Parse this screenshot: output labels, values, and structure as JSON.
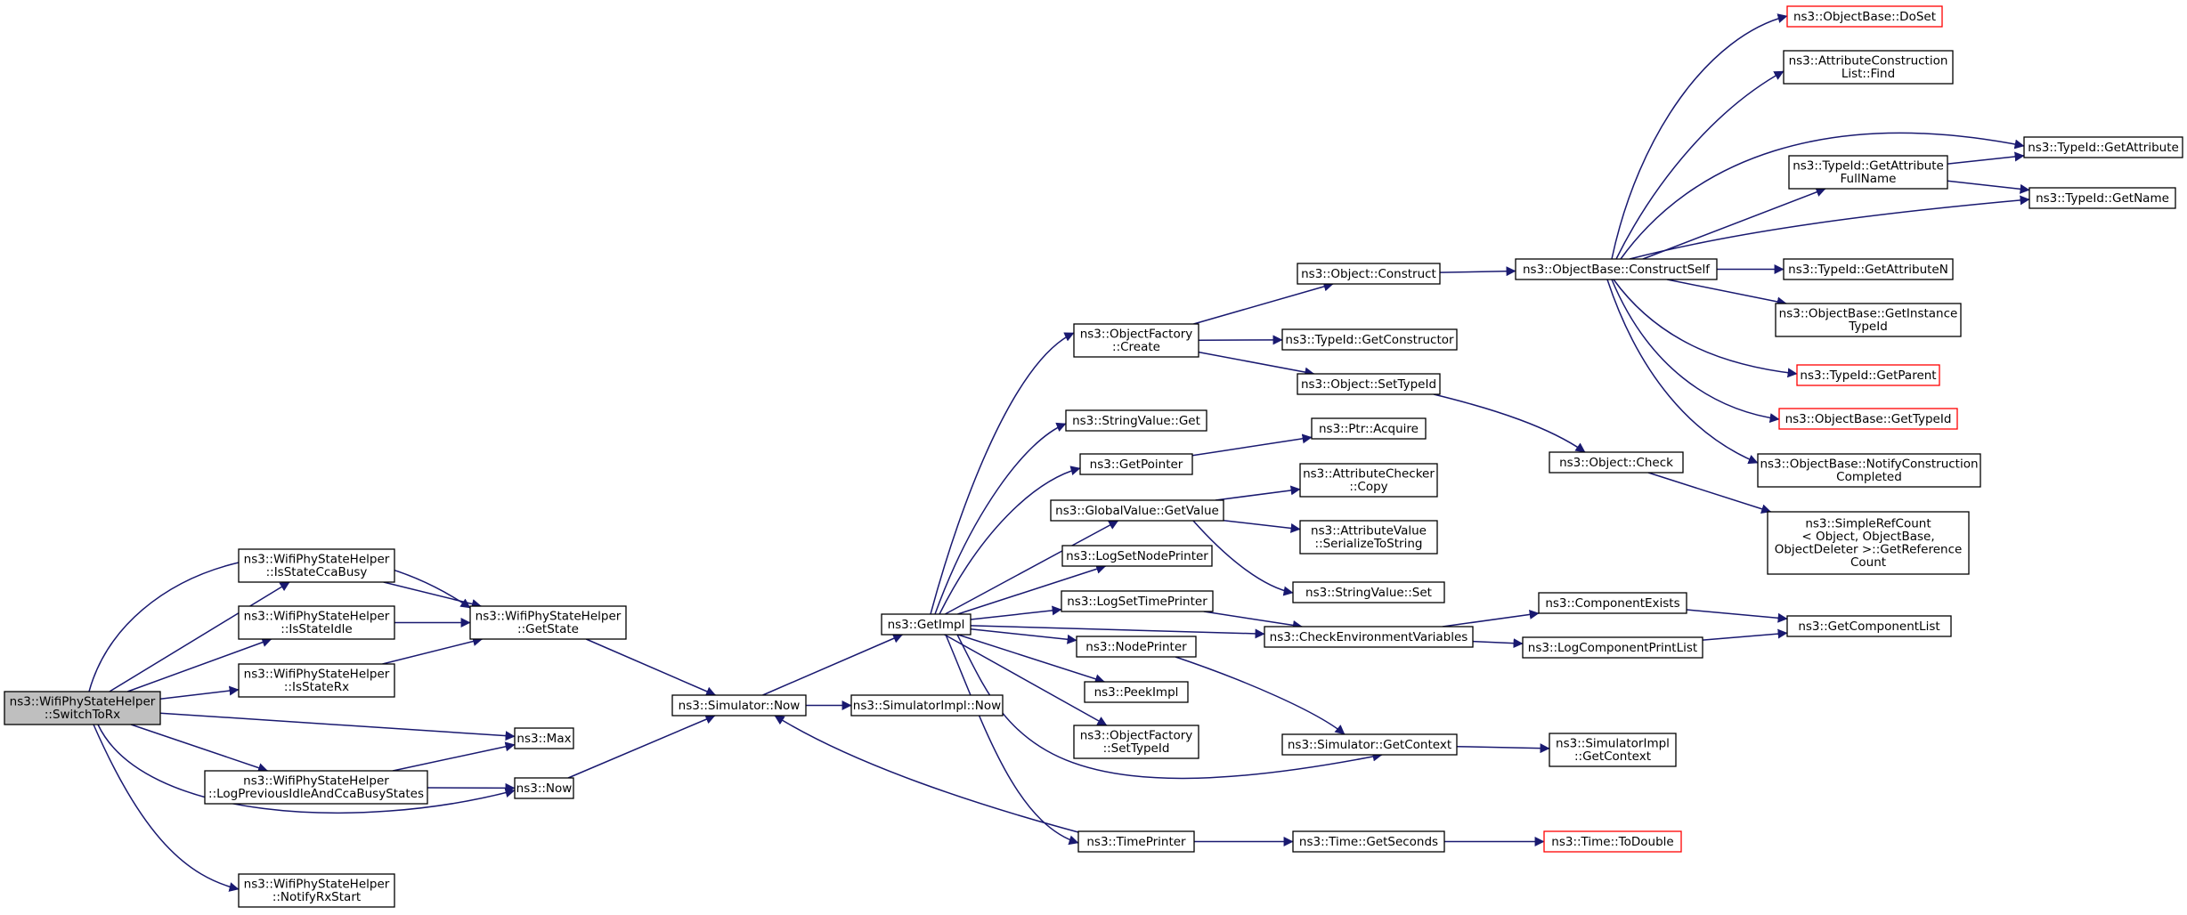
{
  "diagram": {
    "type": "call-graph",
    "edge_color": "#191970",
    "truncated_node_border_color": "#ff0000",
    "root_node_fill": "#bfbfbf",
    "nodes": [
      {
        "id": "switch_to_rx",
        "lines": [
          "ns3::WifiPhyStateHelper",
          "::SwitchToRx"
        ],
        "root": true
      },
      {
        "id": "is_state_cca_busy",
        "lines": [
          "ns3::WifiPhyStateHelper",
          "::IsStateCcaBusy"
        ]
      },
      {
        "id": "is_state_idle",
        "lines": [
          "ns3::WifiPhyStateHelper",
          "::IsStateIdle"
        ]
      },
      {
        "id": "is_state_rx",
        "lines": [
          "ns3::WifiPhyStateHelper",
          "::IsStateRx"
        ]
      },
      {
        "id": "get_state",
        "lines": [
          "ns3::WifiPhyStateHelper",
          "::GetState"
        ]
      },
      {
        "id": "max",
        "lines": [
          "ns3::Max"
        ]
      },
      {
        "id": "log_previous",
        "lines": [
          "ns3::WifiPhyStateHelper",
          "::LogPreviousIdleAndCcaBusyStates"
        ]
      },
      {
        "id": "now",
        "lines": [
          "ns3::Now"
        ]
      },
      {
        "id": "notify_rx_start",
        "lines": [
          "ns3::WifiPhyStateHelper",
          "::NotifyRxStart"
        ]
      },
      {
        "id": "sim_now",
        "lines": [
          "ns3::Simulator::Now"
        ]
      },
      {
        "id": "simimpl_now",
        "lines": [
          "ns3::SimulatorImpl::Now"
        ]
      },
      {
        "id": "get_impl",
        "lines": [
          "ns3::GetImpl"
        ]
      },
      {
        "id": "of_create",
        "lines": [
          "ns3::ObjectFactory",
          "::Create"
        ]
      },
      {
        "id": "stringvalue_get",
        "lines": [
          "ns3::StringValue::Get"
        ]
      },
      {
        "id": "get_pointer",
        "lines": [
          "ns3::GetPointer"
        ]
      },
      {
        "id": "gv_getvalue",
        "lines": [
          "ns3::GlobalValue::GetValue"
        ]
      },
      {
        "id": "log_set_node",
        "lines": [
          "ns3::LogSetNodePrinter"
        ]
      },
      {
        "id": "log_set_time",
        "lines": [
          "ns3::LogSetTimePrinter"
        ]
      },
      {
        "id": "node_printer",
        "lines": [
          "ns3::NodePrinter"
        ]
      },
      {
        "id": "peek_impl",
        "lines": [
          "ns3::PeekImpl"
        ]
      },
      {
        "id": "of_settypeid",
        "lines": [
          "ns3::ObjectFactory",
          "::SetTypeId"
        ]
      },
      {
        "id": "time_printer",
        "lines": [
          "ns3::TimePrinter"
        ]
      },
      {
        "id": "obj_construct",
        "lines": [
          "ns3::Object::Construct"
        ]
      },
      {
        "id": "tid_getctor",
        "lines": [
          "ns3::TypeId::GetConstructor"
        ]
      },
      {
        "id": "obj_settypeid",
        "lines": [
          "ns3::Object::SetTypeId"
        ]
      },
      {
        "id": "ptr_acquire",
        "lines": [
          "ns3::Ptr::Acquire"
        ]
      },
      {
        "id": "ac_copy",
        "lines": [
          "ns3::AttributeChecker",
          "::Copy"
        ]
      },
      {
        "id": "av_serialize",
        "lines": [
          "ns3::AttributeValue",
          "::SerializeToString"
        ]
      },
      {
        "id": "sv_set",
        "lines": [
          "ns3::StringValue::Set"
        ]
      },
      {
        "id": "check_env",
        "lines": [
          "ns3::CheckEnvironmentVariables"
        ]
      },
      {
        "id": "sim_getcontext",
        "lines": [
          "ns3::Simulator::GetContext"
        ]
      },
      {
        "id": "time_getseconds",
        "lines": [
          "ns3::Time::GetSeconds"
        ]
      },
      {
        "id": "ob_constructself",
        "lines": [
          "ns3::ObjectBase::ConstructSelf"
        ]
      },
      {
        "id": "obj_check",
        "lines": [
          "ns3::Object::Check"
        ]
      },
      {
        "id": "comp_exists",
        "lines": [
          "ns3::ComponentExists"
        ]
      },
      {
        "id": "log_comp_print",
        "lines": [
          "ns3::LogComponentPrintList"
        ]
      },
      {
        "id": "simimpl_getcontext",
        "lines": [
          "ns3::SimulatorImpl",
          "::GetContext"
        ]
      },
      {
        "id": "time_todouble",
        "lines": [
          "ns3::Time::ToDouble"
        ],
        "truncated": true
      },
      {
        "id": "ob_doset",
        "lines": [
          "ns3::ObjectBase::DoSet"
        ],
        "truncated": true
      },
      {
        "id": "acl_find",
        "lines": [
          "ns3::AttributeConstruction",
          "List::Find"
        ]
      },
      {
        "id": "tid_getattrfull",
        "lines": [
          "ns3::TypeId::GetAttribute",
          "FullName"
        ]
      },
      {
        "id": "tid_getattributen",
        "lines": [
          "ns3::TypeId::GetAttributeN"
        ]
      },
      {
        "id": "ob_getinstance",
        "lines": [
          "ns3::ObjectBase::GetInstance",
          "TypeId"
        ]
      },
      {
        "id": "tid_getparent",
        "lines": [
          "ns3::TypeId::GetParent"
        ],
        "truncated": true
      },
      {
        "id": "ob_gettypeid",
        "lines": [
          "ns3::ObjectBase::GetTypeId"
        ],
        "truncated": true
      },
      {
        "id": "ob_notify",
        "lines": [
          "ns3::ObjectBase::NotifyConstruction",
          "Completed"
        ]
      },
      {
        "id": "srefcount",
        "lines": [
          "ns3::SimpleRefCount",
          "< Object, ObjectBase,",
          " ObjectDeleter >::GetReference",
          "Count"
        ]
      },
      {
        "id": "get_comp_list",
        "lines": [
          "ns3::GetComponentList"
        ]
      },
      {
        "id": "tid_getattribute",
        "lines": [
          "ns3::TypeId::GetAttribute"
        ]
      },
      {
        "id": "tid_getname",
        "lines": [
          "ns3::TypeId::GetName"
        ]
      }
    ],
    "edges": [
      [
        "switch_to_rx",
        "get_state"
      ],
      [
        "switch_to_rx",
        "is_state_cca_busy"
      ],
      [
        "switch_to_rx",
        "is_state_idle"
      ],
      [
        "switch_to_rx",
        "is_state_rx"
      ],
      [
        "switch_to_rx",
        "max"
      ],
      [
        "switch_to_rx",
        "log_previous"
      ],
      [
        "switch_to_rx",
        "now"
      ],
      [
        "switch_to_rx",
        "notify_rx_start"
      ],
      [
        "is_state_cca_busy",
        "get_state"
      ],
      [
        "is_state_idle",
        "get_state"
      ],
      [
        "is_state_rx",
        "get_state"
      ],
      [
        "get_state",
        "sim_now"
      ],
      [
        "log_previous",
        "max"
      ],
      [
        "log_previous",
        "now"
      ],
      [
        "now",
        "sim_now"
      ],
      [
        "sim_now",
        "simimpl_now"
      ],
      [
        "sim_now",
        "get_impl"
      ],
      [
        "get_impl",
        "of_create"
      ],
      [
        "get_impl",
        "stringvalue_get"
      ],
      [
        "get_impl",
        "get_pointer"
      ],
      [
        "get_impl",
        "gv_getvalue"
      ],
      [
        "get_impl",
        "log_set_node"
      ],
      [
        "get_impl",
        "log_set_time"
      ],
      [
        "get_impl",
        "node_printer"
      ],
      [
        "get_impl",
        "peek_impl"
      ],
      [
        "get_impl",
        "of_settypeid"
      ],
      [
        "get_impl",
        "time_printer"
      ],
      [
        "get_impl",
        "check_env"
      ],
      [
        "get_impl",
        "sim_getcontext"
      ],
      [
        "time_printer",
        "sim_now"
      ],
      [
        "of_create",
        "obj_construct"
      ],
      [
        "of_create",
        "tid_getctor"
      ],
      [
        "of_create",
        "obj_settypeid"
      ],
      [
        "get_pointer",
        "ptr_acquire"
      ],
      [
        "gv_getvalue",
        "ac_copy"
      ],
      [
        "gv_getvalue",
        "av_serialize"
      ],
      [
        "gv_getvalue",
        "sv_set"
      ],
      [
        "log_set_time",
        "check_env"
      ],
      [
        "node_printer",
        "sim_getcontext"
      ],
      [
        "time_printer",
        "time_getseconds"
      ],
      [
        "obj_construct",
        "ob_constructself"
      ],
      [
        "obj_settypeid",
        "obj_check"
      ],
      [
        "check_env",
        "comp_exists"
      ],
      [
        "check_env",
        "log_comp_print"
      ],
      [
        "sim_getcontext",
        "simimpl_getcontext"
      ],
      [
        "time_getseconds",
        "time_todouble"
      ],
      [
        "ob_constructself",
        "ob_doset"
      ],
      [
        "ob_constructself",
        "acl_find"
      ],
      [
        "ob_constructself",
        "tid_getattribute"
      ],
      [
        "ob_constructself",
        "tid_getattrfull"
      ],
      [
        "ob_constructself",
        "tid_getname"
      ],
      [
        "ob_constructself",
        "tid_getattributen"
      ],
      [
        "ob_constructself",
        "ob_getinstance"
      ],
      [
        "ob_constructself",
        "tid_getparent"
      ],
      [
        "ob_constructself",
        "ob_gettypeid"
      ],
      [
        "ob_constructself",
        "ob_notify"
      ],
      [
        "tid_getattrfull",
        "tid_getattribute"
      ],
      [
        "tid_getattrfull",
        "tid_getname"
      ],
      [
        "obj_check",
        "srefcount"
      ],
      [
        "comp_exists",
        "get_comp_list"
      ],
      [
        "log_comp_print",
        "get_comp_list"
      ]
    ]
  }
}
